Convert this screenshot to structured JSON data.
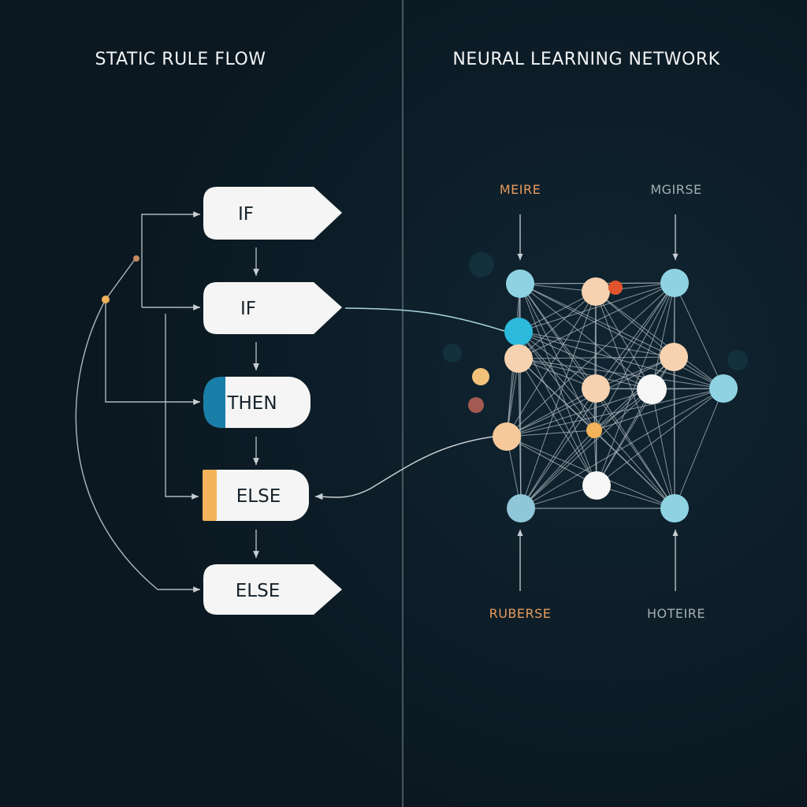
{
  "left_panel": {
    "title": "STATIC RULE FLOW",
    "blocks": [
      {
        "label": "IF"
      },
      {
        "label": "IF"
      },
      {
        "label": "THEN",
        "accent": "#1a7fa8"
      },
      {
        "label": "ELSE",
        "accent": "#f2b35a"
      },
      {
        "label": "ELSE"
      }
    ]
  },
  "right_panel": {
    "title": "NEURAL LEARNING NETWORK",
    "input_labels": [
      "MEIRE",
      "MGIRSE"
    ],
    "output_labels": [
      "RUBERSE",
      "HOTEIRE"
    ]
  },
  "colors": {
    "background": "#0b1821",
    "box_fill": "#f4f5f4",
    "line": "#aeb7bd",
    "link": "#a9d5e0",
    "node_blue": "#8fd3e3",
    "node_cyan": "#2bb9dc",
    "node_peach": "#f7d2b0",
    "node_white": "#f6f6f6",
    "node_orange": "#f2c27a",
    "node_red": "#e0542e",
    "node_brown": "#a35a52",
    "label_orange": "#e79a5f",
    "label_grey": "#a5adb3"
  }
}
